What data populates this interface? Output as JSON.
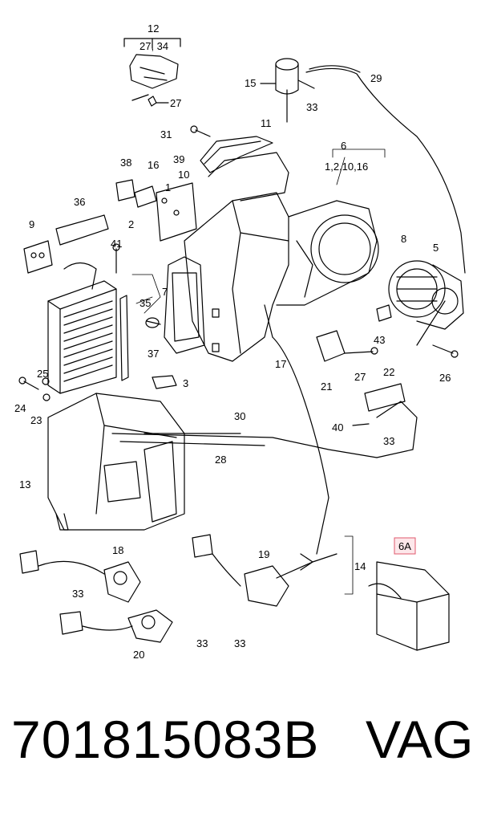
{
  "footer": {
    "part_number": "701815083B",
    "brand": "VAG"
  },
  "callouts": [
    {
      "id": "c12",
      "text": "12"
    },
    {
      "id": "c27-34",
      "text": "27, 34"
    },
    {
      "id": "c27a",
      "text": "27"
    },
    {
      "id": "c15",
      "text": "15"
    },
    {
      "id": "c29",
      "text": "29"
    },
    {
      "id": "c33a",
      "text": "33"
    },
    {
      "id": "c11",
      "text": "11"
    },
    {
      "id": "c31",
      "text": "31"
    },
    {
      "id": "c6",
      "text": "6"
    },
    {
      "id": "c1-2-10-16",
      "text": "1,2,10,16"
    },
    {
      "id": "c39",
      "text": "39"
    },
    {
      "id": "c38",
      "text": "38"
    },
    {
      "id": "c16",
      "text": "16"
    },
    {
      "id": "c10",
      "text": "10"
    },
    {
      "id": "c1",
      "text": "1"
    },
    {
      "id": "c2",
      "text": "2"
    },
    {
      "id": "c36",
      "text": "36"
    },
    {
      "id": "c9",
      "text": "9"
    },
    {
      "id": "c41",
      "text": "41"
    },
    {
      "id": "c8",
      "text": "8"
    },
    {
      "id": "c5",
      "text": "5"
    },
    {
      "id": "c7",
      "text": "7"
    },
    {
      "id": "c35",
      "text": "35"
    },
    {
      "id": "c43",
      "text": "43"
    },
    {
      "id": "c37",
      "text": "37"
    },
    {
      "id": "c17",
      "text": "17"
    },
    {
      "id": "c26",
      "text": "26"
    },
    {
      "id": "c3",
      "text": "3"
    },
    {
      "id": "c25",
      "text": "25"
    },
    {
      "id": "c21",
      "text": "21"
    },
    {
      "id": "c27b",
      "text": "27"
    },
    {
      "id": "c22",
      "text": "22"
    },
    {
      "id": "c24",
      "text": "24"
    },
    {
      "id": "c23",
      "text": "23"
    },
    {
      "id": "c30",
      "text": "30"
    },
    {
      "id": "c40",
      "text": "40"
    },
    {
      "id": "c33b",
      "text": "33"
    },
    {
      "id": "c28",
      "text": "28"
    },
    {
      "id": "c13",
      "text": "13"
    },
    {
      "id": "c6A",
      "text": "6A"
    },
    {
      "id": "c18",
      "text": "18"
    },
    {
      "id": "c19",
      "text": "19"
    },
    {
      "id": "c14",
      "text": "14"
    },
    {
      "id": "c33c",
      "text": "33"
    },
    {
      "id": "c33d",
      "text": "33"
    },
    {
      "id": "c33e",
      "text": "33"
    },
    {
      "id": "c20",
      "text": "20"
    }
  ]
}
